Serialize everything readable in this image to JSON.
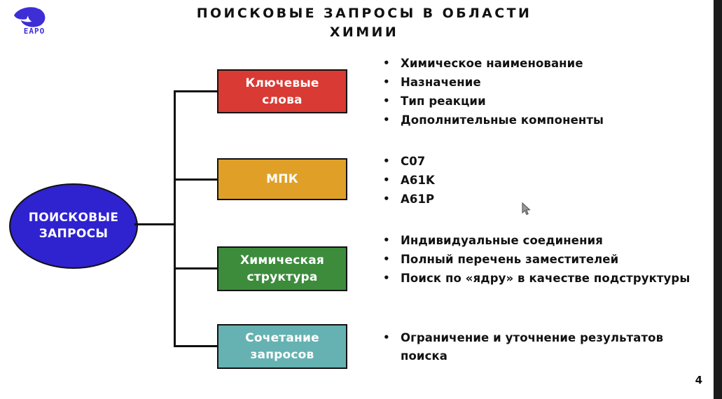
{
  "slide": {
    "title": "ПОИСКОВЫЕ ЗАПРОСЫ В ОБЛАСТИ ХИМИИ",
    "page_number": "4"
  },
  "logo": {
    "name": "eapo-logo",
    "text": "EAPO",
    "color": "#3d2ed6"
  },
  "root": {
    "line1": "ПОИСКОВЫЕ",
    "line2": "ЗАПРОСЫ",
    "color": "#2f22cf"
  },
  "branches": [
    {
      "line1": "Ключевые",
      "line2": "слова",
      "color": "#d93a33",
      "items": [
        "Химическое наименование",
        "Назначение",
        "Тип реакции",
        "Дополнительные компоненты"
      ]
    },
    {
      "line1": "МПК",
      "line2": "",
      "color": "#e0a028",
      "items": [
        "C07",
        "A61K",
        "A61P"
      ]
    },
    {
      "line1": "Химическая",
      "line2": "структура",
      "color": "#3c8c3c",
      "items": [
        "Индивидуальные соединения",
        "Полный перечень заместителей",
        "Поиск по «ядру» в качестве подструктуры"
      ]
    },
    {
      "line1": "Сочетание",
      "line2": "запросов",
      "color": "#66b2b2",
      "items": [
        "Ограничение и уточнение результатов поиска"
      ]
    }
  ]
}
